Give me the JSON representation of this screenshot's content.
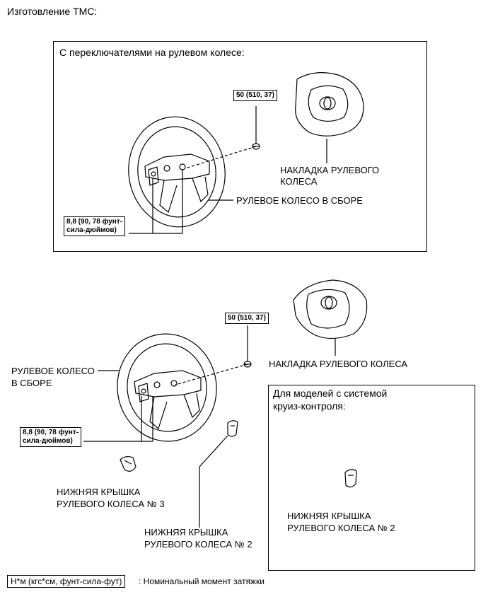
{
  "page_title": "Изготовление ТМС:",
  "panel_top": {
    "heading": "С переключателями на рулевом колесе:",
    "torque_nut": "50 (510, 37)",
    "torque_bolts_line1": "8,8 (90, 78 фунт-",
    "torque_bolts_line2": "сила-дюймов)",
    "pad_label_line1": "НАКЛАДКА РУЛЕВОГО",
    "pad_label_line2": "КОЛЕСА",
    "wheel_label": "РУЛЕВОЕ КОЛЕСО В СБОРЕ"
  },
  "bottom": {
    "torque_nut": "50 (510, 37)",
    "pad_label": "НАКЛАДКА РУЛЕВОГО КОЛЕСА",
    "wheel_label_line1": "РУЛЕВОЕ КОЛЕСО",
    "wheel_label_line2": "В СБОРЕ",
    "torque_bolts_line1": "8,8 (90, 78 фунт-",
    "torque_bolts_line2": "сила-дюймов)",
    "cover3_line1": "НИЖНЯЯ КРЫШКА",
    "cover3_line2": "РУЛЕВОГО КОЛЕСА № 3",
    "cover2_line1": "НИЖНЯЯ КРЫШКА",
    "cover2_line2": "РУЛЕВОГО КОЛЕСА № 2"
  },
  "cruise_panel": {
    "heading_line1": "Для моделей с системой",
    "heading_line2": "круиз-контроля:",
    "cover_line1": "НИЖНЯЯ КРЫШКА",
    "cover_line2": "РУЛЕВОГО КОЛЕСА № 2"
  },
  "legend": {
    "unit_box": "Н*м (кгс*см, фунт-сила-фут)",
    "text": ": Номинальный момент затяжки"
  }
}
